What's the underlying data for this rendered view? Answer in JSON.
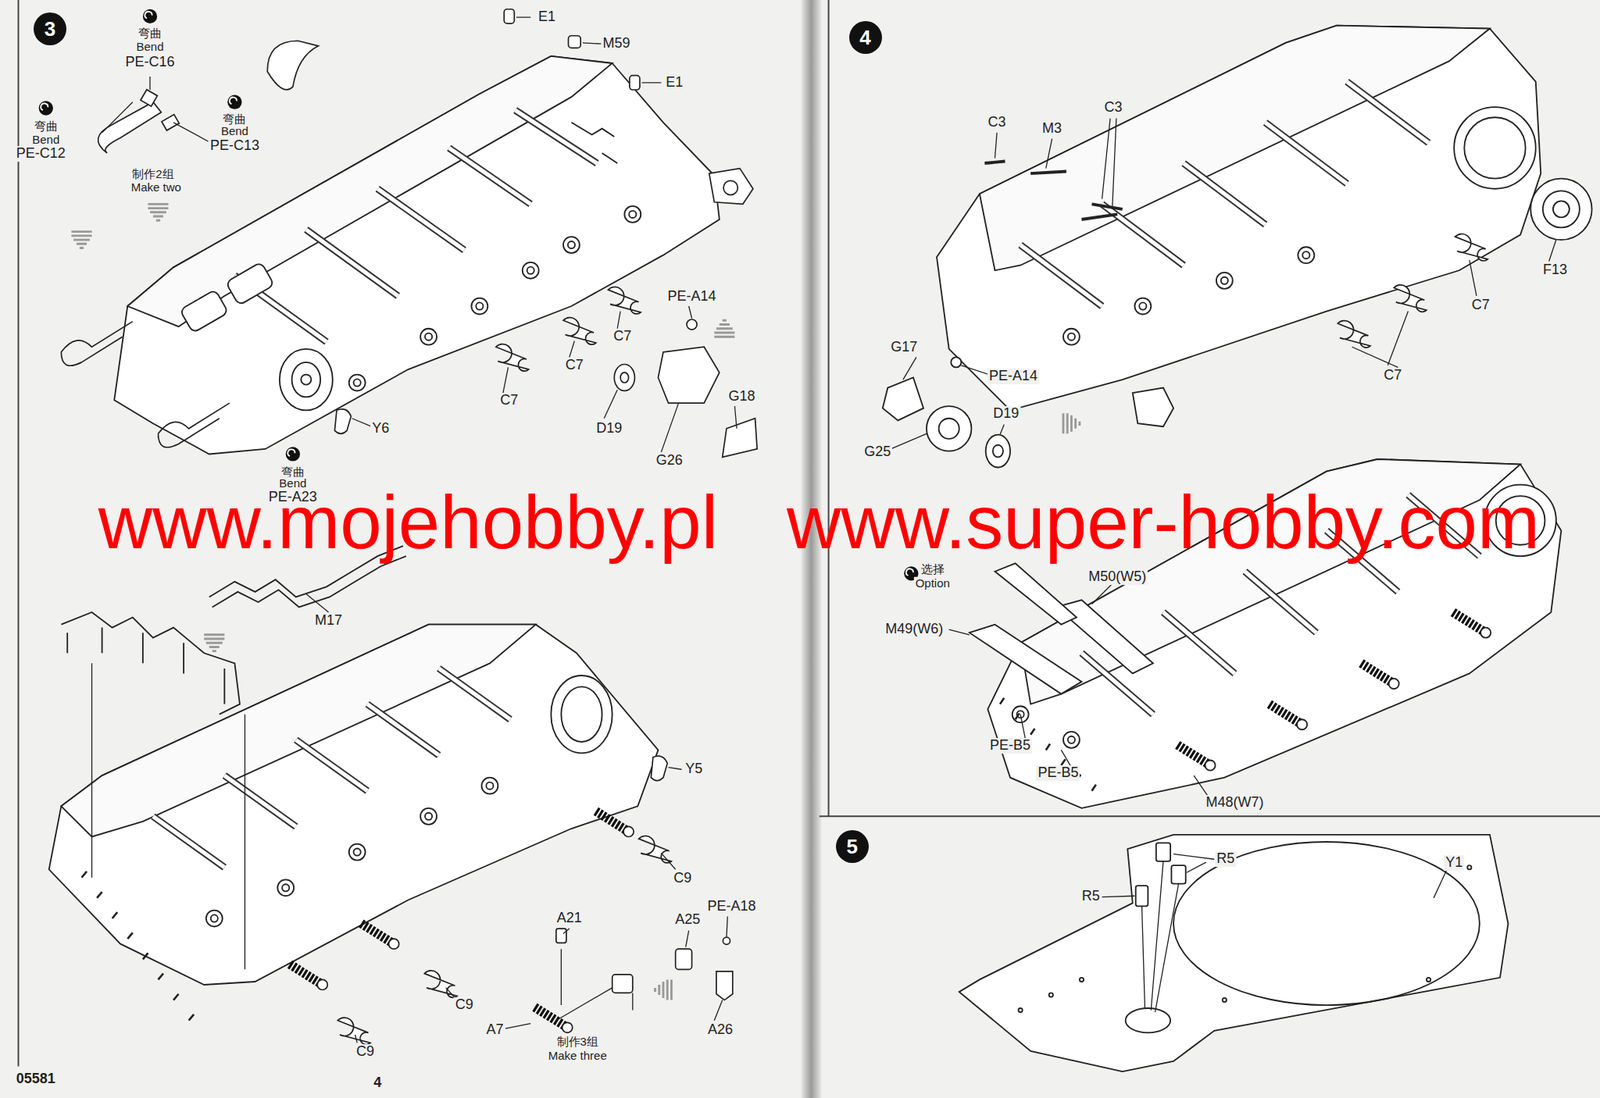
{
  "diagram": {
    "nodes": [
      {
        "text": [
          "3"
        ]
      },
      {
        "text": [
          "4"
        ]
      },
      {
        "text": [
          "5"
        ]
      }
    ],
    "labels": [
      "弯曲",
      "Bend",
      "PE-C16",
      "E1",
      "M59",
      "弯曲",
      "Bend",
      "PE-C13",
      "弯曲",
      "Bend",
      "PE-C12",
      "E1",
      "制作2组",
      "Make two",
      "PE-A14",
      "C7",
      "C7",
      "G18",
      "C7",
      "D19",
      "Y6",
      "G26",
      "弯曲",
      "Bend",
      "PE-A23",
      "www.mojehobby.pl",
      "www.super-hobby.com",
      "选择",
      "Option",
      "M50(W5)",
      "M17",
      "M49(W6)",
      "PE-B5",
      "Y5",
      "PE-B5",
      "M48(W7)",
      "R5",
      "Y1",
      "C9",
      "R5",
      "PE-A18",
      "A21",
      "A25",
      "C9",
      "A7",
      "A26",
      "制作3组",
      "Make three",
      "C9",
      "05581",
      "4",
      "C3",
      "M3",
      "C3",
      "F13",
      "C7",
      "G17",
      "PE-A14",
      "C7",
      "D19",
      "G25"
    ]
  }
}
